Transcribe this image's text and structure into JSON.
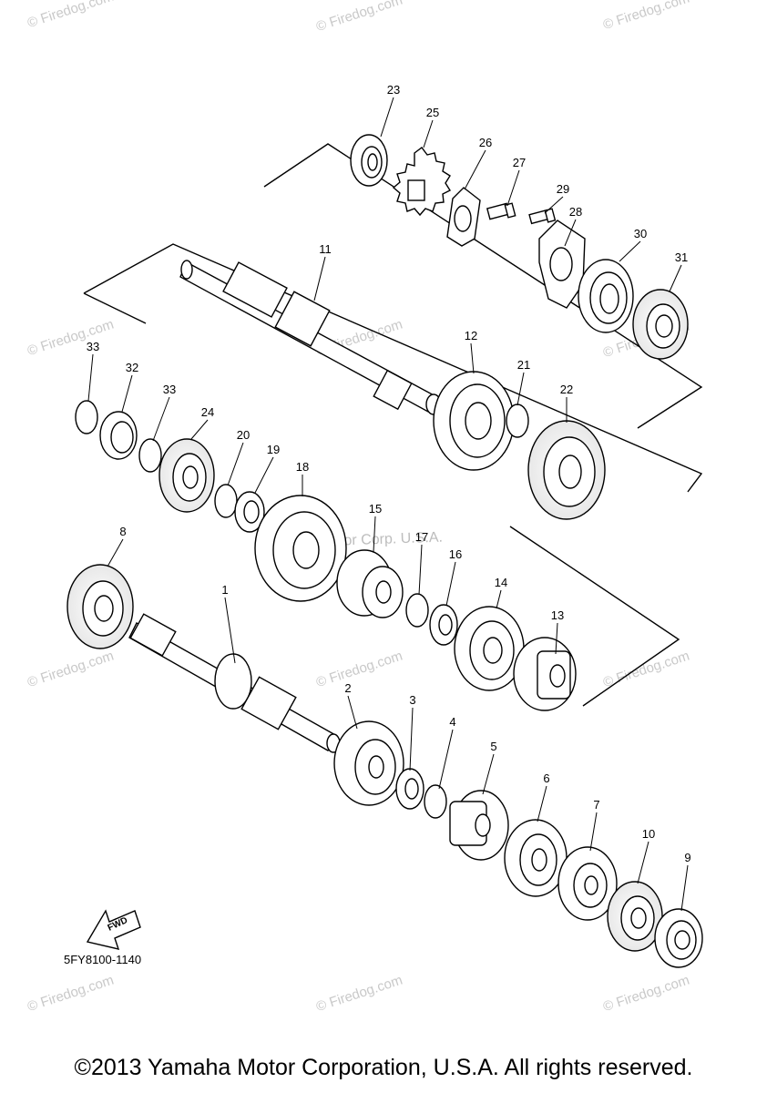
{
  "watermark": "© Firedog.com",
  "trademark": "Yamaha Motor Corp. U.S.A.",
  "part_code": "5FY8100-1140",
  "fwd_label": "FWD",
  "footer": "©2013 Yamaha Motor Corporation, U.S.A. All rights reserved.",
  "callouts": [
    "1",
    "2",
    "3",
    "4",
    "5",
    "6",
    "7",
    "8",
    "9",
    "10",
    "11",
    "12",
    "13",
    "14",
    "15",
    "16",
    "17",
    "18",
    "19",
    "20",
    "21",
    "22",
    "23",
    "24",
    "25",
    "26",
    "27",
    "28",
    "29",
    "30",
    "31",
    "32",
    "33",
    "33"
  ],
  "line_color": "#000000",
  "watermark_color": "#c9c9c9"
}
